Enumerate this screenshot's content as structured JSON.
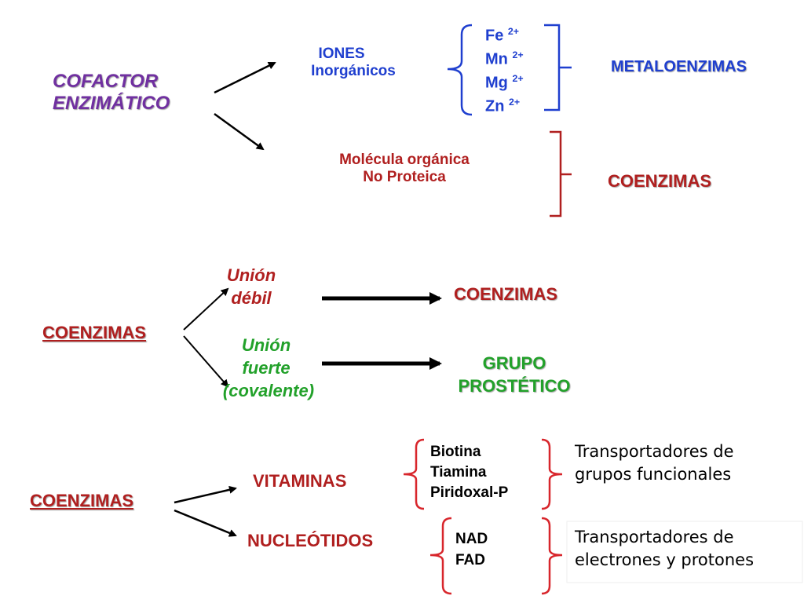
{
  "colors": {
    "purple": "#7030a0",
    "blue": "#1f3fcf",
    "darkred": "#b01f1f",
    "green": "#22a12a",
    "black": "#000000"
  },
  "section1": {
    "title_line1": "COFACTOR",
    "title_line2": "ENZIMÁTICO",
    "iones_line1": "IONES",
    "iones_line2": "Inorgánicos",
    "ions": [
      {
        "symbol": "Fe",
        "charge": "2+"
      },
      {
        "symbol": "Mn",
        "charge": "2+"
      },
      {
        "symbol": "Mg",
        "charge": "2+"
      },
      {
        "symbol": "Zn",
        "charge": "2+"
      }
    ],
    "metaloenzimas": "METALOENZIMAS",
    "organica_line1": "Molécula orgánica",
    "organica_line2": "No Proteica",
    "coenzimas": "COENZIMAS"
  },
  "section2": {
    "title": "COENZIMAS",
    "debil_line1": "Unión",
    "debil_line2": "débil",
    "fuerte_line1": "Unión",
    "fuerte_line2": "fuerte",
    "fuerte_line3": "(covalente)",
    "result_debil": "COENZIMAS",
    "result_fuerte_line1": "GRUPO",
    "result_fuerte_line2": "PROSTÉTICO"
  },
  "section3": {
    "title": "COENZIMAS",
    "vitaminas": "VITAMINAS",
    "nucleotidos": "NUCLEÓTIDOS",
    "vitamin_list": [
      "Biotina",
      "Tiamina",
      "Piridoxal-P"
    ],
    "nucleotide_list": [
      "NAD",
      "FAD"
    ],
    "vit_role_line1": "Transportadores de",
    "vit_role_line2": "grupos funcionales",
    "nuc_role_line1": "Transportadores de",
    "nuc_role_line2": "electrones y protones"
  }
}
